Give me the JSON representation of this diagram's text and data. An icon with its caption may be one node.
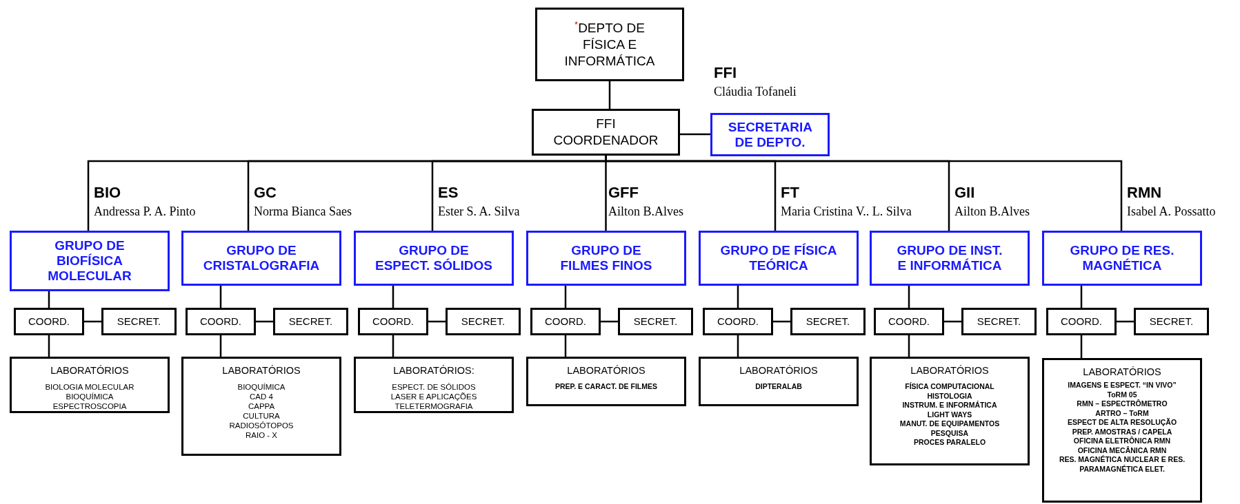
{
  "diagram": {
    "nodes": [
      {
        "text": [
          "$^{*}$DEPTO DE FÍSICA E INFORMÁTICA"
        ]
      },
      {
        "text": [
          "FFI COORDENADOR"
        ]
      },
      {
        "text": [
          "SECRETARIA DE DEPTO."
        ],
        "beside": [
          "FFI",
          "Cláudia Tofaneli"
        ]
      },
      {
        "text": [
          "GRUPO DE BIOFÍSICA MOLECULAR"
        ],
        "beside": [
          "BIO",
          "Andressa P. A. Pinto"
        ]
      },
      {
        "text": [
          "COORD."
        ]
      },
      {
        "text": [
          "SECRET."
        ]
      },
      {
        "text": [
          "LABORATÓRIOS",
          "BIOLOGIA MOLECULAR",
          "BIOQUÍMICA",
          "ESPECTROSCOPIA"
        ]
      },
      {
        "text": [
          "GRUPO DE CRISTALOGRAFIA"
        ],
        "beside": [
          "GC",
          "Norma Bianca Saes"
        ]
      },
      {
        "text": [
          "COORD."
        ]
      },
      {
        "text": [
          "SECRET."
        ]
      },
      {
        "text": [
          "LABORATÓRIOS",
          "BIOQUÍMICA",
          "CAD 4",
          "CAPPA",
          "CULTURA",
          "RADIOSÓTOPOS",
          "RAIO - X"
        ]
      },
      {
        "text": [
          "GRUPO DE ESPECT. SÓLIDOS"
        ],
        "beside": [
          "ES",
          "Ester S. A. Silva"
        ]
      },
      {
        "text": [
          "COORD."
        ]
      },
      {
        "text": [
          "SECRET."
        ]
      },
      {
        "text": [
          "LABORATÓRIOS:",
          "ESPECT. DE SÓLIDOS",
          "LASER E APLICAÇÕES",
          "TELETERMOGRAFIA"
        ]
      },
      {
        "text": [
          "GRUPO DE FILMES FINOS"
        ],
        "beside": [
          "GFF",
          "Ailton B.Alves"
        ]
      },
      {
        "text": [
          "COORD."
        ]
      },
      {
        "text": [
          "SECRET."
        ]
      },
      {
        "text": [
          "LABORATÓRIOS",
          "PREP. E CARACT. DE FILMES"
        ]
      },
      {
        "text": [
          "GRUPO DE FÍSICA TEÓRICA"
        ],
        "beside": [
          "FT",
          "Maria Cristina V.. L. Silva"
        ]
      },
      {
        "text": [
          "COORD."
        ]
      },
      {
        "text": [
          "SECRET."
        ]
      },
      {
        "text": [
          "LABORATÓRIOS",
          "DIPTERALAB"
        ]
      },
      {
        "text": [
          "GRUPO DE INST. E INFORMÁTICA"
        ],
        "beside": [
          "GII",
          "Ailton B.Alves"
        ]
      },
      {
        "text": [
          "COORD."
        ]
      },
      {
        "text": [
          "SECRET."
        ]
      },
      {
        "text": [
          "LABORATÓRIOS",
          "FÍSICA COMPUTACIONAL",
          "HISTOLOGIA",
          "INSTRUM. E INFORMÁTICA",
          "LIGHT WAYS",
          "MANUT. DE EQUIPAMENTOS",
          "PESQUISA",
          "PROCES PARALELO"
        ]
      },
      {
        "text": [
          "GRUPO DE RES. MAGNÉTICA"
        ],
        "beside": [
          "RMN",
          "Isabel A. Possatto"
        ]
      },
      {
        "text": [
          "COORD."
        ]
      },
      {
        "text": [
          "SECRET."
        ]
      },
      {
        "text": [
          "LABORATÓRIOS",
          "IMAGENS E ESPECT. “IN VIVO”",
          "ToRM 05",
          "RMN – ESPECTRÔMETRO",
          "ARTRO – ToRM",
          "ESPECT DE ALTA RESOLUÇÃO",
          "PREP. AMOSTRAS / CAPELA",
          "OFICINA ELETRÔNICA RMN",
          "OFICINA MECÂNICA RMN",
          "RES. MAGNÉTICA NUCLEAR E RES. PARAMAGNÉTICA ELET."
        ]
      }
    ],
    "edges": [
      {
        "from": 0,
        "to": 1,
        "arrow": "none"
      },
      {
        "from": 1,
        "to": 2,
        "arrow": "none"
      },
      {
        "from": 1,
        "to": 3,
        "arrow": "none"
      },
      {
        "from": 1,
        "to": 7,
        "arrow": "none"
      },
      {
        "from": 1,
        "to": 11,
        "arrow": "none"
      },
      {
        "from": 1,
        "to": 15,
        "arrow": "none"
      },
      {
        "from": 1,
        "to": 19,
        "arrow": "none"
      },
      {
        "from": 1,
        "to": 23,
        "arrow": "none"
      },
      {
        "from": 1,
        "to": 27,
        "arrow": "none"
      },
      {
        "from": 3,
        "to": 4,
        "arrow": "none"
      },
      {
        "from": 4,
        "to": 5,
        "arrow": "none"
      },
      {
        "from": 4,
        "to": 6,
        "arrow": "none"
      },
      {
        "from": 7,
        "to": 8,
        "arrow": "none"
      },
      {
        "from": 8,
        "to": 9,
        "arrow": "none"
      },
      {
        "from": 8,
        "to": 10,
        "arrow": "none"
      },
      {
        "from": 11,
        "to": 12,
        "arrow": "none"
      },
      {
        "from": 12,
        "to": 13,
        "arrow": "none"
      },
      {
        "from": 12,
        "to": 14,
        "arrow": "none"
      },
      {
        "from": 15,
        "to": 16,
        "arrow": "none"
      },
      {
        "from": 16,
        "to": 17,
        "arrow": "none"
      },
      {
        "from": 16,
        "to": 18,
        "arrow": "none"
      },
      {
        "from": 19,
        "to": 20,
        "arrow": "none"
      },
      {
        "from": 20,
        "to": 21,
        "arrow": "none"
      },
      {
        "from": 20,
        "to": 22,
        "arrow": "none"
      },
      {
        "from": 23,
        "to": 24,
        "arrow": "none"
      },
      {
        "from": 24,
        "to": 25,
        "arrow": "none"
      },
      {
        "from": 24,
        "to": 26,
        "arrow": "none"
      },
      {
        "from": 27,
        "to": 28,
        "arrow": "none"
      },
      {
        "from": 28,
        "to": 29,
        "arrow": "none"
      },
      {
        "from": 28,
        "to": 30,
        "arrow": "none"
      }
    ]
  }
}
